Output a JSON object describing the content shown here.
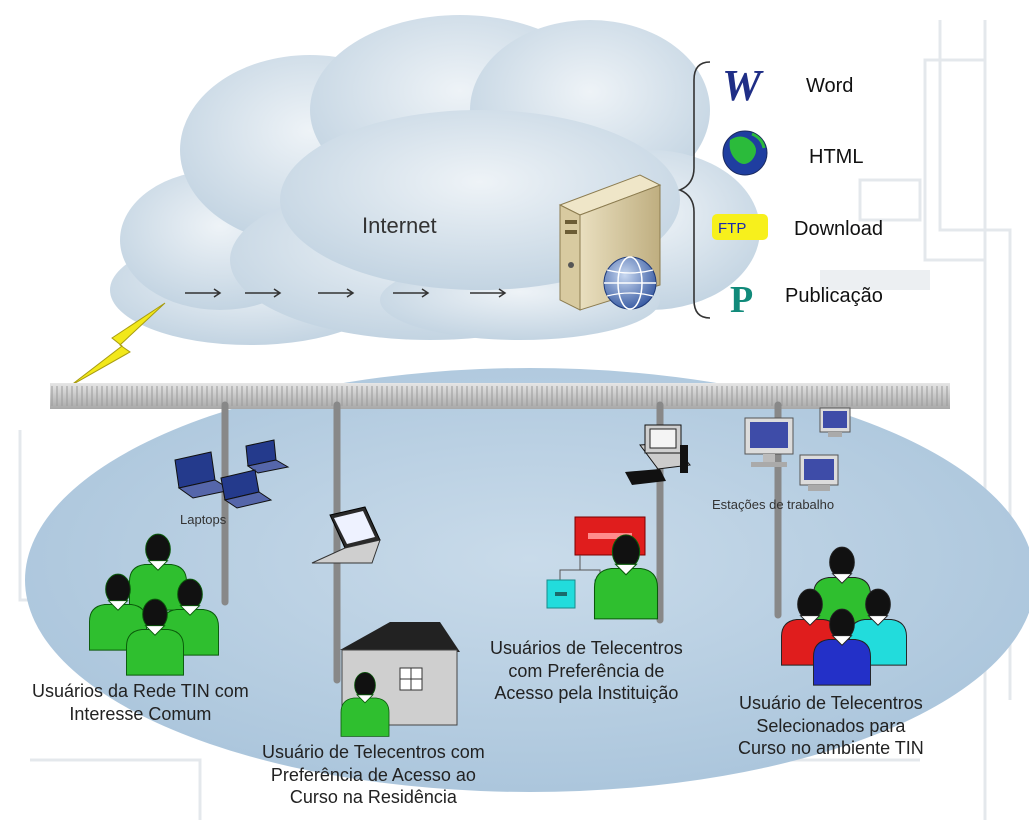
{
  "internet_label": "Internet",
  "services": [
    {
      "icon": "word-w-icon",
      "label": "Word"
    },
    {
      "icon": "globe-icon",
      "label": "HTML"
    },
    {
      "icon": "ftp-icon",
      "icon_text": "FTP",
      "label": "Download"
    },
    {
      "icon": "publisher-p-icon",
      "label": "Publicação"
    }
  ],
  "device_labels": {
    "laptops": "Laptops",
    "workstations": "Estações de trabalho"
  },
  "groups": {
    "rede_tin": [
      "Usuários da Rede TIN com",
      "Interesse Comum"
    ],
    "residencia": [
      "Usuário de Telecentros com",
      "Preferência de Acesso ao",
      "Curso na Residência"
    ],
    "instituicao": [
      "Usuários de Telecentros",
      "com Preferência de",
      "Acesso pela Instituição"
    ],
    "selecionados": [
      "Usuário de Telecentros",
      "Selecionados para",
      "Curso no ambiente TIN"
    ]
  },
  "colors": {
    "cloud": "#cfdde8",
    "ellipse": "#b9d1e4",
    "person_green": "#2fbf2f",
    "person_red": "#e01d1d",
    "person_blue": "#2330c8",
    "person_cyan": "#22dcdc",
    "bolt": "#f2e81a",
    "ftp_badge": "#f7f01c"
  }
}
